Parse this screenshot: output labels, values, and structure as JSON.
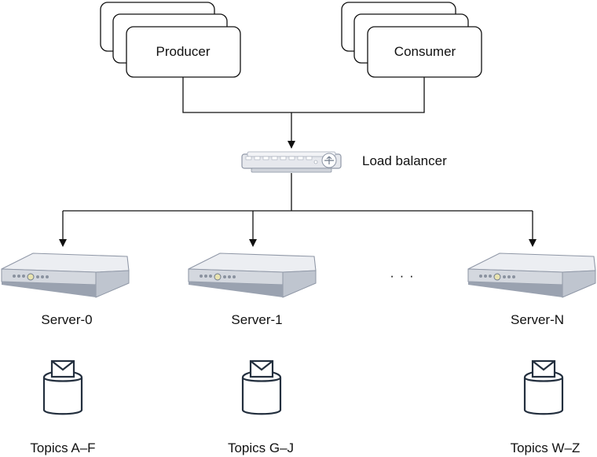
{
  "producer": {
    "label": "Producer"
  },
  "consumer": {
    "label": "Consumer"
  },
  "load_balancer": {
    "label": "Load balancer"
  },
  "ellipsis": "· · ·",
  "servers": [
    {
      "label": "Server-0",
      "topics": "Topics A–F"
    },
    {
      "label": "Server-1",
      "topics": "Topics G–J"
    },
    {
      "label": "Server-N",
      "topics": "Topics W–Z"
    }
  ],
  "colors": {
    "line": "#111111",
    "device_body": "#dfe2e8",
    "device_edge": "#8f97a6",
    "icon_stroke": "#232f3e"
  }
}
